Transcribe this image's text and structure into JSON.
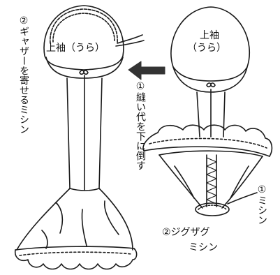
{
  "diagram": {
    "left_figure": {
      "head_label": "上袖（うら）",
      "note_gather": "②ギャザーを寄せるミシン",
      "note_seam": "①縫い代を下に倒す"
    },
    "right_figure": {
      "head_label_line1": "上袖",
      "head_label_line2": "（うら）",
      "note_one": "①ミシン",
      "note_two_line1": "②ジグザグ",
      "note_two_line2": "ミシン"
    },
    "arrow": {
      "direction": "left",
      "color": "#333333"
    }
  }
}
